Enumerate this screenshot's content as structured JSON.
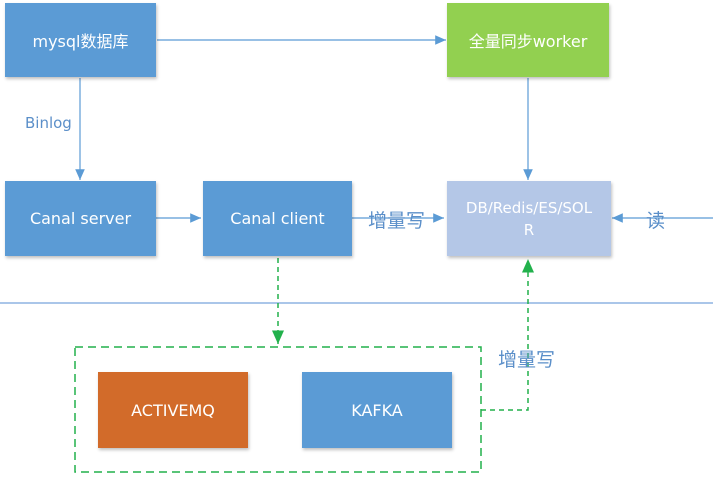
{
  "nodes": {
    "mysql": "mysql数据库",
    "full_sync": "全量同步worker",
    "canal_server": "Canal server",
    "canal_client": "Canal client",
    "store_line1": "DB/Redis/ES/SOL",
    "store_line2": "R",
    "activemq": "ACTIVEMQ",
    "kafka": "KAFKA"
  },
  "edge_labels": {
    "binlog": "Binlog",
    "incremental_write": "增量写",
    "read": "读",
    "mq_incremental_write": "增量写"
  },
  "colors": {
    "blue_box": "#5b9bd5",
    "green_box": "#92d050",
    "orange_box": "#d26b2a",
    "store_box": "#b4c7e7",
    "arrow": "#5b9bd5",
    "dashed": "#22b14c",
    "label": "#5b8fc9"
  }
}
